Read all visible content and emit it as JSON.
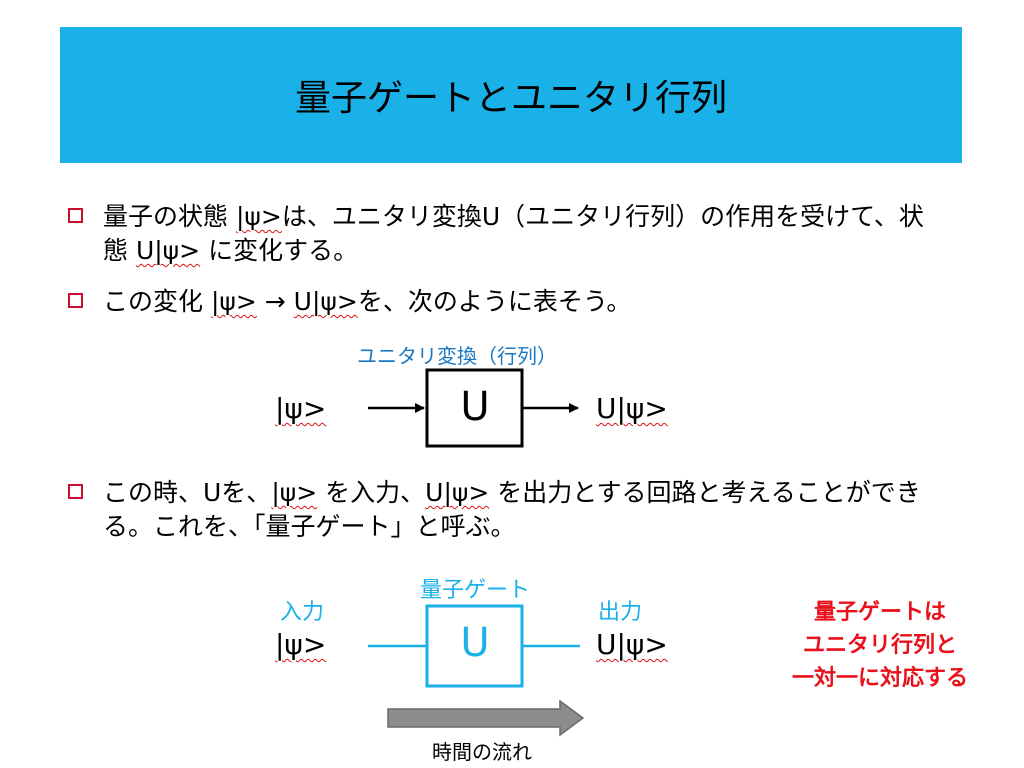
{
  "title": "量子ゲートとユニタリ行列",
  "bullets": [
    {
      "pre": "量子の状態 ",
      "psi1": "|ψ>",
      "mid": "は、ユニタリ変換U（ユニタリ行列）の作用を受けて、状態 ",
      "psi2": "U|ψ>",
      "post": " に変化する。"
    },
    {
      "pre": "この変化 ",
      "psi1": "|ψ>",
      "mid": " → ",
      "psi2": "U|ψ>",
      "post": "を、次のように表そう。"
    },
    {
      "pre": "この時、Uを、",
      "psi1": "|ψ>",
      "mid": " を入力、",
      "psi2": "U|ψ>",
      "post": " を出力とする回路と考えることができる。これを、「量子ゲート」と呼ぶ。"
    }
  ],
  "diagram1": {
    "label": "ユニタリ変換（行列）",
    "input": "|ψ>",
    "gate": "U",
    "output": "U|ψ>"
  },
  "diagram2": {
    "gate_label": "量子ゲート",
    "input_label": "入力",
    "output_label": "出力",
    "input": "|ψ>",
    "gate": "U",
    "output": "U|ψ>",
    "time_label": "時間の流れ"
  },
  "note": {
    "line1": "量子ゲートは",
    "line2": "ユニタリ行列と",
    "line3": "一対一に対応する"
  },
  "colors": {
    "title_bg": "#1ab0e8",
    "bullet_box": "#c8102e",
    "diagram1_label": "#1a78c2",
    "diagram2": "#1ab0e8",
    "note": "#e8101a",
    "time_arrow": "#8c8c8c"
  }
}
